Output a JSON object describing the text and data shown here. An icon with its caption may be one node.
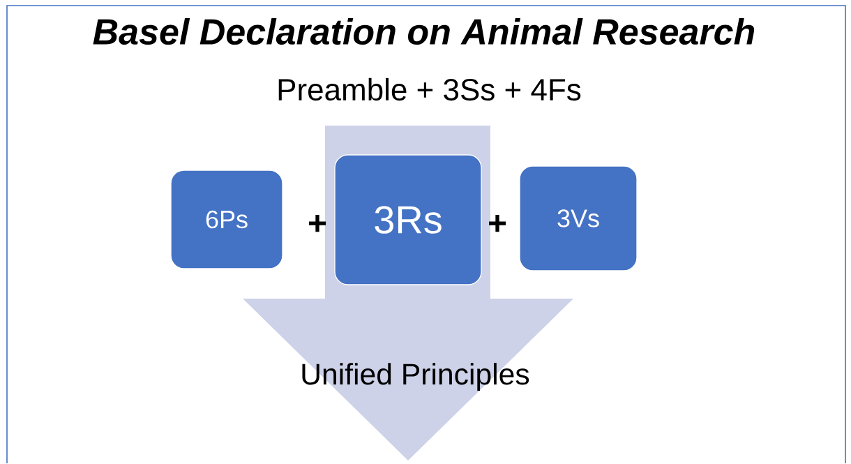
{
  "diagram": {
    "title": "Basel Declaration on Animal Research",
    "nodes": [
      {
        "text": [
          "Preamble + 3Ss + 4Fs"
        ]
      },
      {
        "text": [
          "6Ps"
        ]
      },
      {
        "text": [
          "3Rs"
        ]
      },
      {
        "text": [
          "3Vs"
        ]
      },
      {
        "text": [
          "Unified Principles"
        ]
      }
    ],
    "edges": [
      {
        "from": 0,
        "to": 4,
        "arrow": "to"
      }
    ],
    "labels": [
      "+",
      "+"
    ]
  }
}
